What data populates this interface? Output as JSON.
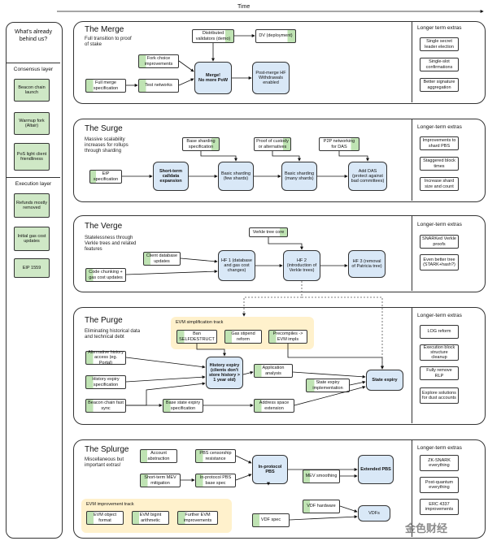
{
  "time_label": "Time",
  "sidebar": {
    "title": "What's already behind us?",
    "consensus_header": "Consensus layer",
    "consensus_items": [
      "Beacon chain launch",
      "Warmup fork (Altair)",
      "PoS light client friendliness"
    ],
    "execution_header": "Execution layer",
    "execution_items": [
      "Refunds mostly removed",
      "Initial gas cost updates",
      "EIP 1559"
    ]
  },
  "stages": {
    "merge": {
      "title": "The Merge",
      "subtitle": "Full transition to proof of stake",
      "extras_title": "Longer term extras",
      "boxes": {
        "dist_validators": "Distributed validators (demo)",
        "dv_deploy": "DV (deployment)",
        "fork_choice": "Fork choice improvements",
        "full_merge_spec": "Full merge specification",
        "test_networks": "Test networks",
        "merge": "Merge!\nNo more PoW",
        "post_merge_hf": "Post-merge HF\nWithdrawals enabled"
      },
      "extras": [
        "Single secret leader election",
        "Single-slot confirmations",
        "Better signature aggregation"
      ]
    },
    "surge": {
      "title": "The Surge",
      "subtitle": "Massive scalability increases for rollups through sharding",
      "extras_title": "Longer-term extras",
      "boxes": {
        "eip_spec": "EIP specification",
        "short_term_calldata": "Short-term calldata expansion",
        "base_sharding_spec": "Base sharding specification",
        "basic_sharding_few": "Basic sharding (few shards)",
        "proof_custody": "Proof of custody or alternatives",
        "basic_sharding_many": "Basic sharding (many shards)",
        "p2p_networking": "P2P networking for DAS",
        "add_das": "Add DAS (protect against bad committees)"
      },
      "extras": [
        "Improvements to shard PBS",
        "Staggered block times",
        "Increase shard size and count"
      ]
    },
    "verge": {
      "title": "The Verge",
      "subtitle": "Statelessness through Verkle trees and related features",
      "extras_title": "Longer-term extras",
      "boxes": {
        "verkle_core": "Verkle tree core",
        "client_db": "Client database updates",
        "code_chunking": "Code chunking + gas cost updates",
        "hf1": "HF 1 (database and gas cost changes)",
        "hf2": "HF 2 (introduction of Verkle trees)",
        "hf3": "HF 3 (removal of Patricia tree)"
      },
      "extras": [
        "SNARKed Verkle proofs",
        "Even better tree (STARK+hash?)"
      ]
    },
    "purge": {
      "title": "The Purge",
      "subtitle": "Eliminating historical data and technical debt",
      "extras_title": "Longer-term extras",
      "track_title": "EVM simplification track",
      "boxes": {
        "ban_selfdestruct": "Ban SELFDESTRUCT",
        "gas_stipend": "Gas stipend reform",
        "precompiles": "Precompiles -> EVM impls",
        "alt_history": "Alternative history access (eg. Portal)",
        "history_expiry_spec": "History expiry specification",
        "history_expiry": "History expiry (clients don't store history > 1 year old)",
        "app_analysis": "Application analysis",
        "state_expiry_impl": "State expiry implementation",
        "state_expiry": "State expiry",
        "beacon_fast_sync": "Beacon chain fast sync",
        "base_state_expiry": "Base state expiry specification",
        "address_space": "Address space extension"
      },
      "extras": [
        "LOG reform",
        "Execution block structure cleanup",
        "Fully remove RLP",
        "Explore solutions for dust accounts"
      ]
    },
    "splurge": {
      "title": "The Splurge",
      "subtitle": "Miscellaneous but important extras!",
      "extras_title": "Longer-term extras",
      "track_title": "EVM improvement track",
      "boxes": {
        "account_abstraction": "Account abstraction",
        "pbs_censorship": "PBS censorship resistance",
        "short_term_mev": "Short-term MEV mitigation",
        "in_protocol_pbs_spec": "In-protocol PBS base spec",
        "in_protocol_pbs": "In-protocol PBS",
        "extended_pbs": "Extended PBS",
        "mev_smoothing": "MEV smoothing",
        "vdf_hardware": "VDF hardware",
        "vdf_spec": "VDF spec",
        "vdfs": "VDFs",
        "evm_object": "EVM object format",
        "evm_bigint": "EVM bigint arithmetic",
        "further_evm": "Further EVM improvements"
      },
      "extras": [
        "ZK-SNARK everything",
        "Post-quantum everything",
        "ERC 4337 improvements"
      ]
    }
  },
  "watermark": "金色财经",
  "colors": {
    "done_green": "#cfe8c6",
    "milestone_blue": "#d9e8f7",
    "track_yellow": "#fff1cc"
  }
}
